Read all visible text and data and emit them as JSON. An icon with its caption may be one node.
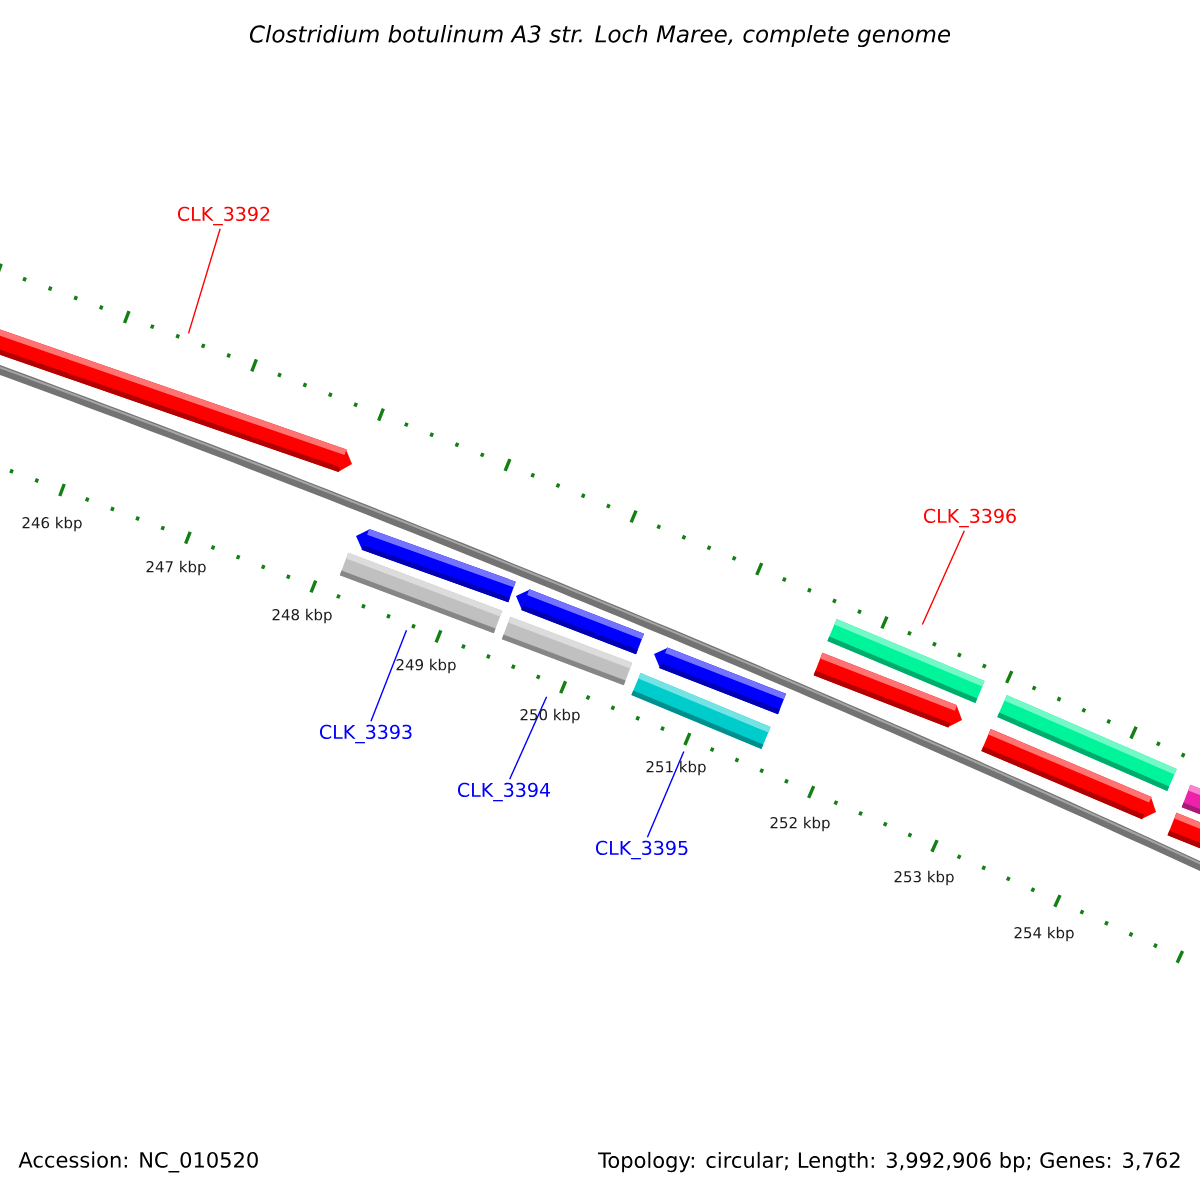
{
  "diagram": {
    "title": "Clostridium botulinum A3 str. Loch Maree, complete genome",
    "nodes": [
      {
        "text": [
          "CLK_3392"
        ]
      },
      {
        "text": [],
        "shape": "pentagon"
      },
      {
        "text": [
          "CLK_3396"
        ]
      },
      {
        "text": [],
        "shape": "pentagon"
      },
      {
        "text": [],
        "shape": "bar"
      },
      {
        "text": [],
        "shape": "pentagon"
      },
      {
        "text": [],
        "shape": "bar"
      },
      {
        "text": [],
        "shape": "bar"
      },
      {
        "text": [],
        "shape": "pentagon"
      },
      {
        "text": [],
        "shape": "pentagon"
      },
      {
        "text": [],
        "shape": "bar"
      },
      {
        "text": [],
        "shape": "bar"
      },
      {
        "text": [],
        "shape": "pentagon"
      },
      {
        "text": [],
        "shape": "bar"
      },
      {
        "text": [],
        "shape": "bar"
      },
      {
        "text": [
          "CLK_3393"
        ]
      },
      {
        "text": [
          "CLK_3394"
        ]
      },
      {
        "text": [
          "CLK_3395"
        ]
      }
    ],
    "edges": [
      {
        "from": 0,
        "to": 1,
        "arrow": "none",
        "color": "#ff0000"
      },
      {
        "from": 2,
        "to": 7,
        "arrow": "none",
        "color": "#ff0000"
      },
      {
        "from": 15,
        "to": 4,
        "arrow": "none"
      },
      {
        "from": 16,
        "to": 6,
        "arrow": "none"
      },
      {
        "from": 17,
        "to": 10,
        "arrow": "none"
      }
    ],
    "labels": [
      "246 kbp",
      "247 kbp",
      "248 kbp",
      "249 kbp",
      "250 kbp",
      "251 kbp",
      "252 kbp",
      "253 kbp",
      "254 kbp",
      "Accession: NC_010520",
      "Topology: circular; Length: 3,992,906 bp; Genes: 3,762"
    ]
  }
}
